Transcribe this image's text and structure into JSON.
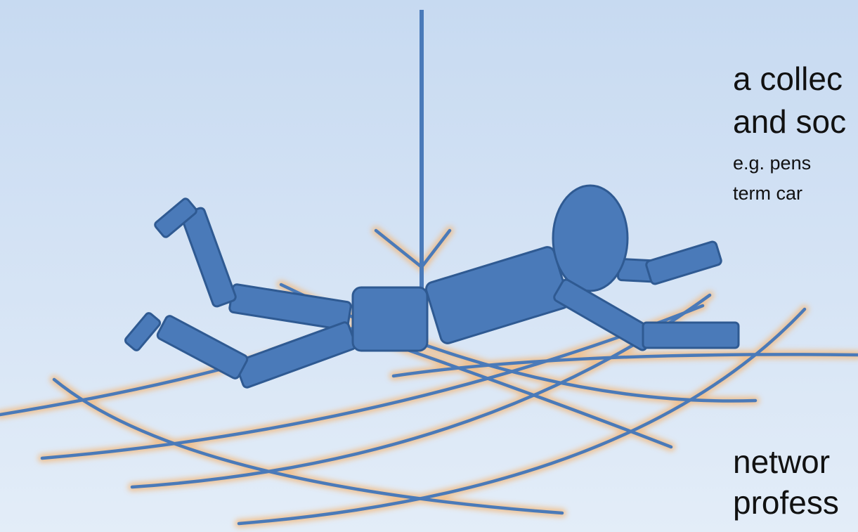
{
  "slide": {
    "text_top": {
      "line1": "a collec",
      "line2": "and soc",
      "line3": "e.g. pens",
      "line4": "term car"
    },
    "text_bottom": {
      "line1": "networ",
      "line2": "profess"
    }
  },
  "colors": {
    "figure_fill": "#4a7ab9",
    "figure_stroke": "#2f5a92",
    "net_line": "#4a7ab9",
    "net_glow": "#f2bb82",
    "rope": "#4a7ab9",
    "rope_glow": "#7fd8f3"
  }
}
